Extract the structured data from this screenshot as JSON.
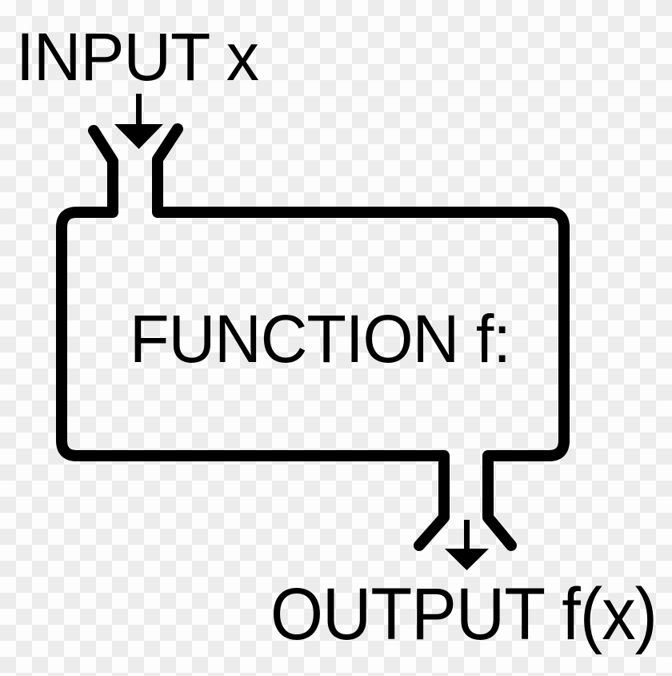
{
  "diagram": {
    "title": "function machine diagram",
    "input": {
      "label": "INPUT x",
      "arrow_icon": "down-arrow-icon"
    },
    "process": {
      "label": "FUNCTION f:",
      "shape": "rounded rectangle with input funnel at top-left and output funnel at bottom-right"
    },
    "output": {
      "label": "OUTPUT f(x)",
      "arrow_icon": "down-arrow-icon"
    },
    "flow": [
      "INPUT x",
      "FUNCTION f:",
      "OUTPUT f(x)"
    ]
  },
  "colors": {
    "ink": "#000000",
    "paper": "#fdfdfd",
    "checker": "#ececec"
  }
}
